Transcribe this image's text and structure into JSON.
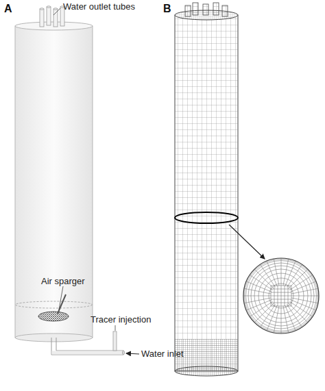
{
  "diagram": {
    "labels": [
      "A",
      "B",
      "Water outlet tubes",
      "Air sparger",
      "Tracer injection",
      "Water inlet"
    ]
  }
}
